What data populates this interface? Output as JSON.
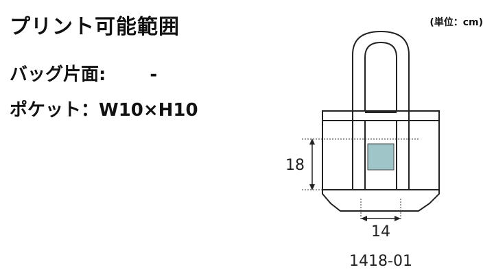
{
  "header": {
    "title": "プリント可能範囲",
    "unit": "(単位：cm)"
  },
  "print_area": {
    "bag_side_label": "バッグ片面:",
    "bag_side_value": "-",
    "pocket_label": "ポケット：",
    "pocket_value": "W10×H10"
  },
  "diagram": {
    "height_dimension": "18",
    "width_dimension": "14",
    "model_code": "1418-01",
    "print_area_color": "#9fc5c8",
    "line_color": "#222222"
  }
}
